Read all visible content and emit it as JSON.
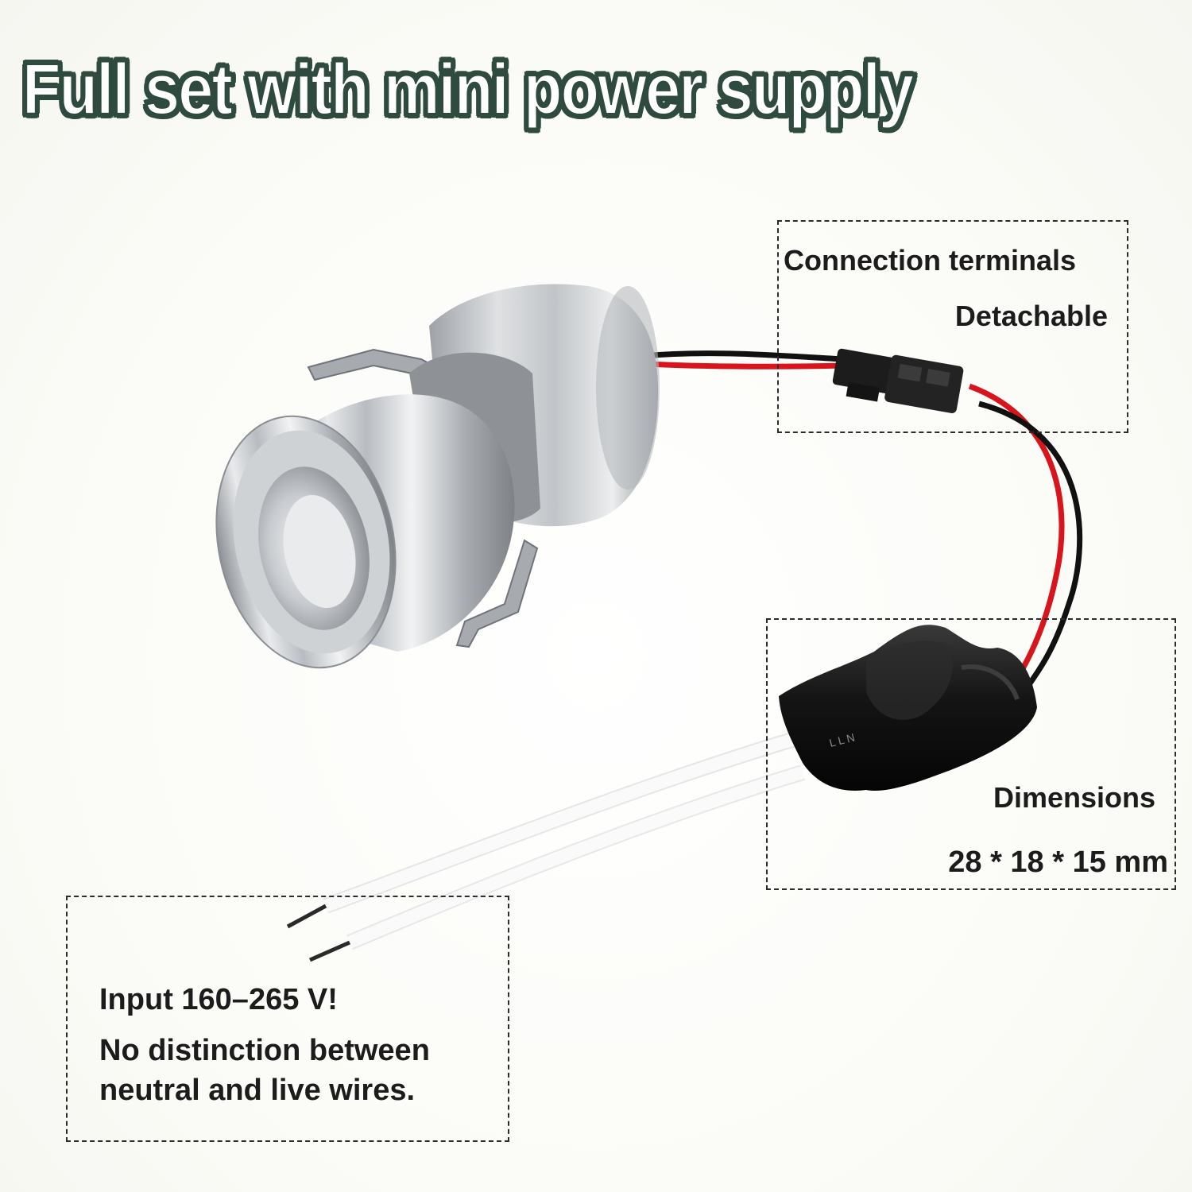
{
  "headline": "Full set with mini power supply",
  "callouts": {
    "terminals": {
      "title": "Connection terminals",
      "subtitle": "Detachable"
    },
    "dimensions": {
      "title": "Dimensions",
      "value": "28 * 18 * 15 mm"
    },
    "input": {
      "line1": "Input 160–265 V!",
      "line2": "No distinction between",
      "line3": "neutral and live wires."
    }
  },
  "colors": {
    "headline_fill": "#ffffff",
    "headline_outline": "#2f4a3e",
    "wire_red": "#d8141c",
    "wire_black": "#111111",
    "aluminum": "#c9ccd0",
    "driver_body": "#151515",
    "input_wire": "#f7f7f7"
  }
}
